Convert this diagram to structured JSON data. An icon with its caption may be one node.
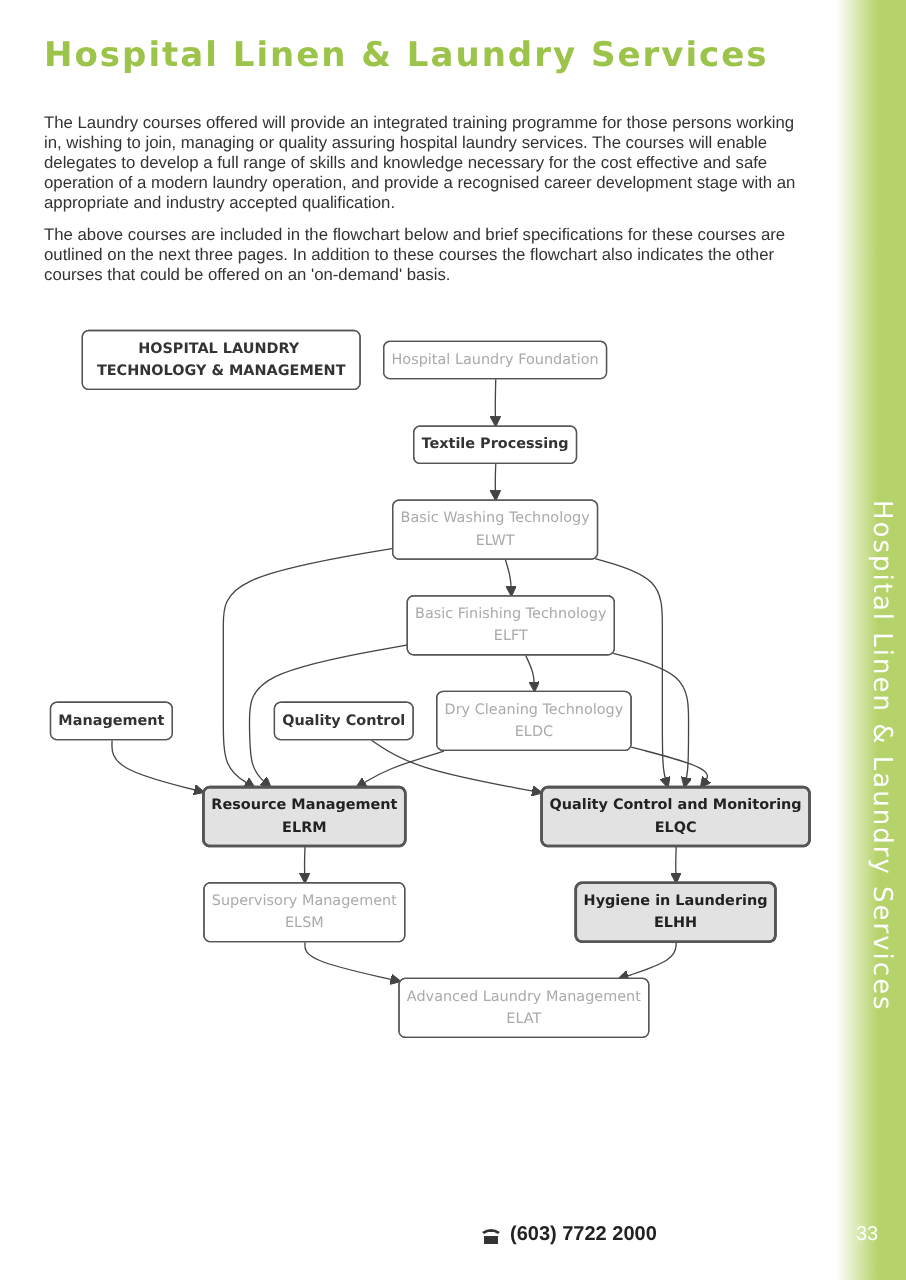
{
  "diagram": {
    "title": "Hospital Linen & Laundry Services",
    "nodes": [
      {
        "text": [
          "HOSPITAL LAUNDRY TECHNOLOGY & MANAGEMENT"
        ]
      },
      {
        "text": [
          "Hospital Laundry Foundation"
        ]
      },
      {
        "text": [
          "Management"
        ]
      },
      {
        "text": [
          "Textile Processing"
        ]
      },
      {
        "text": [
          "Quality Control"
        ]
      },
      {
        "text": [
          "Basic Washing Technology",
          "ELWT"
        ]
      },
      {
        "text": [
          "Basic Finishing Technology",
          "ELFT"
        ]
      },
      {
        "text": [
          "Resource Management",
          "ELRM"
        ]
      },
      {
        "text": [
          "Dry Cleaning Technology",
          "ELDC"
        ]
      },
      {
        "text": [
          "Quality Control and Monitoring",
          "ELQC"
        ]
      },
      {
        "text": [
          "Supervisory Management",
          "ELSM"
        ]
      },
      {
        "text": [
          "Advanced Laundry Management",
          "ELAT"
        ]
      },
      {
        "text": [
          "Hygiene in Laundering",
          "ELHH"
        ]
      }
    ],
    "edges": [
      {
        "from": 1,
        "to": 3,
        "arrow": "to"
      },
      {
        "from": 3,
        "to": 5,
        "arrow": "to"
      },
      {
        "from": 5,
        "to": 6,
        "arrow": "to"
      },
      {
        "from": 6,
        "to": 8,
        "arrow": "to"
      },
      {
        "from": 2,
        "to": 7,
        "arrow": "to"
      },
      {
        "from": 5,
        "to": 7,
        "arrow": "to"
      },
      {
        "from": 6,
        "to": 7,
        "arrow": "to"
      },
      {
        "from": 8,
        "to": 7,
        "arrow": "to"
      },
      {
        "from": 4,
        "to": 9,
        "arrow": "to"
      },
      {
        "from": 5,
        "to": 9,
        "arrow": "to"
      },
      {
        "from": 6,
        "to": 9,
        "arrow": "to"
      },
      {
        "from": 8,
        "to": 9,
        "arrow": "to"
      },
      {
        "from": 7,
        "to": 10,
        "arrow": "to"
      },
      {
        "from": 9,
        "to": 12,
        "arrow": "to"
      },
      {
        "from": 10,
        "to": 11,
        "arrow": "to"
      },
      {
        "from": 12,
        "to": 11,
        "arrow": "to"
      }
    ],
    "labels": [
      "The Laundry courses offered will provide an integrated training programme for those persons working in, wishing to join, managing or quality assuring hospital laundry services.  The courses will enable delegates to develop a full range of skills and knowledge necessary for the cost effective and safe operation of a modern laundry operation, and provide a recognised career development stage with an appropriate and industry accepted qualification.",
      "The above courses are included in the flowchart below and brief specifications for these courses are outlined on the next three pages.  In addition to these courses the flowchart also indicates the other courses that could be offered on an 'on-demand' basis.",
      "Hospital Linen & Laundry Services",
      "(603) 7722 2000",
      "33"
    ]
  }
}
